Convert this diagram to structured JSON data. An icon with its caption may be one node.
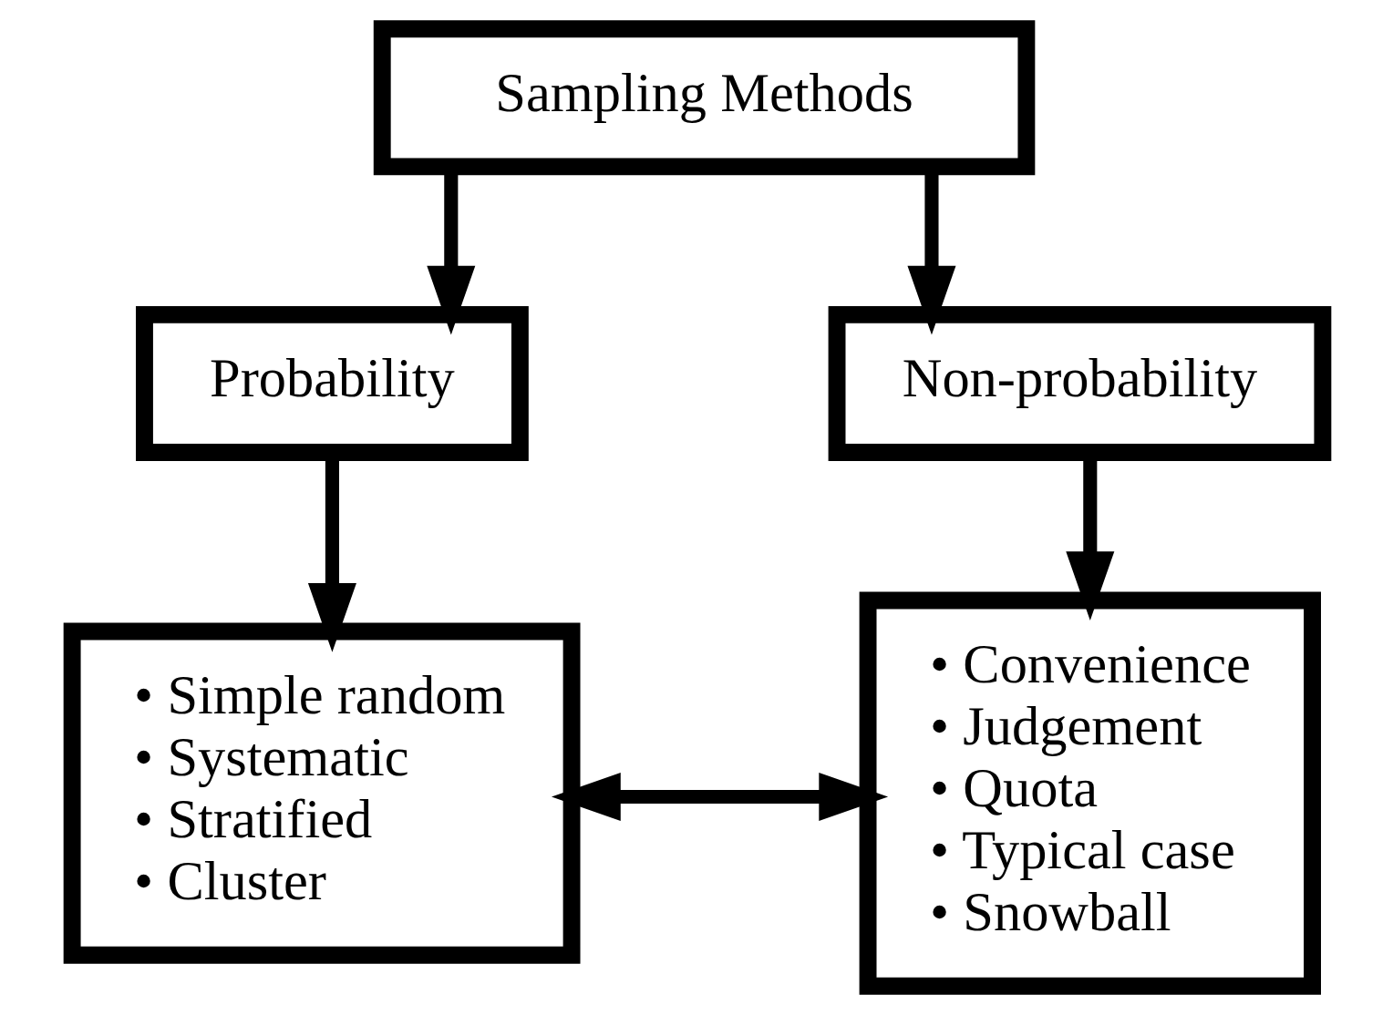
{
  "diagram": {
    "nodes": [
      {
        "text": [
          "Sampling Methods"
        ]
      },
      {
        "text": [
          "Probability"
        ]
      },
      {
        "text": [
          "Non-probability"
        ]
      },
      {
        "text": [
          "• Simple random",
          "• Systematic",
          "• Stratified",
          "• Cluster"
        ]
      },
      {
        "text": [
          "• Convenience",
          "• Judgement",
          "• Quota",
          "• Typical case",
          "• Snowball"
        ]
      }
    ],
    "edges": [
      {
        "from": 0,
        "to": 1,
        "arrow": "to"
      },
      {
        "from": 0,
        "to": 2,
        "arrow": "to"
      },
      {
        "from": 1,
        "to": 3,
        "arrow": "to"
      },
      {
        "from": 2,
        "to": 4,
        "arrow": "to"
      },
      {
        "from": 3,
        "to": 4,
        "arrow": "both"
      }
    ]
  }
}
